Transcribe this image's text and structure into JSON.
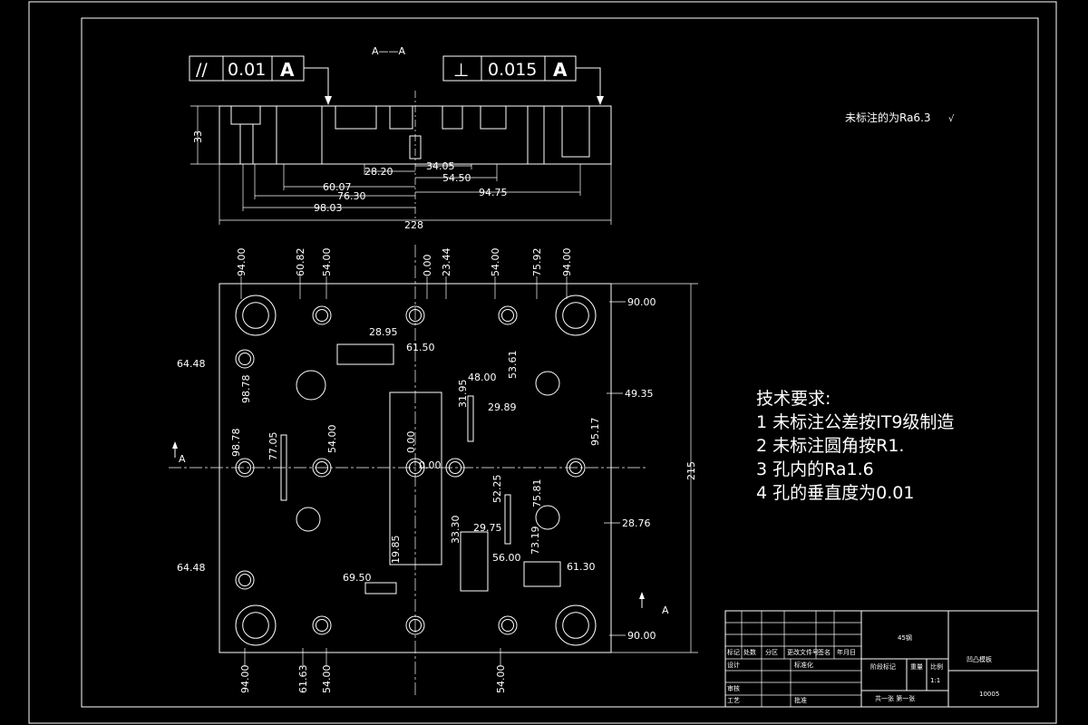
{
  "section": {
    "label": "A——A",
    "height_dim": "33",
    "overall_dim": "228",
    "dims_h": [
      "28.20",
      "34.05",
      "54.50",
      "60.07",
      "76.30",
      "94.75",
      "98.03"
    ]
  },
  "tolerance": {
    "parallel": {
      "symbol": "//",
      "value": "0.01",
      "datum": "A"
    },
    "perpendicular": {
      "symbol": "⊥",
      "value": "0.015",
      "datum": "A"
    }
  },
  "roughness_note": "未标注的为Ra6.3",
  "plan": {
    "height_dim": "215",
    "top_dims": [
      "94.00",
      "60.82",
      "54.00",
      "0.00",
      "23.44",
      "54.00",
      "75.92",
      "94.00"
    ],
    "bottom_dims": [
      "94.00",
      "61.63",
      "54.00",
      "54.00"
    ],
    "left_dims": [
      "64.48",
      "98.78",
      "98.78",
      "64.48"
    ],
    "right_dims": [
      "90.00",
      "49.35",
      "28.76",
      "90.00"
    ],
    "inner_dims": [
      "28.95",
      "61.50",
      "53.61",
      "48.00",
      "31.95",
      "29.89",
      "77.05",
      "54.00",
      "0.00",
      "0.00",
      "95.17",
      "52.25",
      "75.81",
      "29.75",
      "33.30",
      "56.00",
      "73.19",
      "61.30",
      "19.85",
      "69.50"
    ],
    "section_mark": "A"
  },
  "requirements": {
    "title": "技术要求:",
    "items": [
      "1 未标注公差按IT9级制造",
      "2 未标注圆角按R1.",
      "3 孔内的Ra1.6",
      "4 孔的垂直度为0.01"
    ]
  },
  "title_block": {
    "material": "45钢",
    "part_name": "凹凸模板",
    "drawing_no": "10005",
    "scale_label": "比例",
    "scale": "1:1",
    "sheets": "共一张 第一张",
    "labels": [
      "标记",
      "处数",
      "分区",
      "更改文件号",
      "签名",
      "年月日",
      "设计",
      "标准化",
      "阶段标记",
      "重量",
      "审核",
      "工艺",
      "批准"
    ]
  }
}
